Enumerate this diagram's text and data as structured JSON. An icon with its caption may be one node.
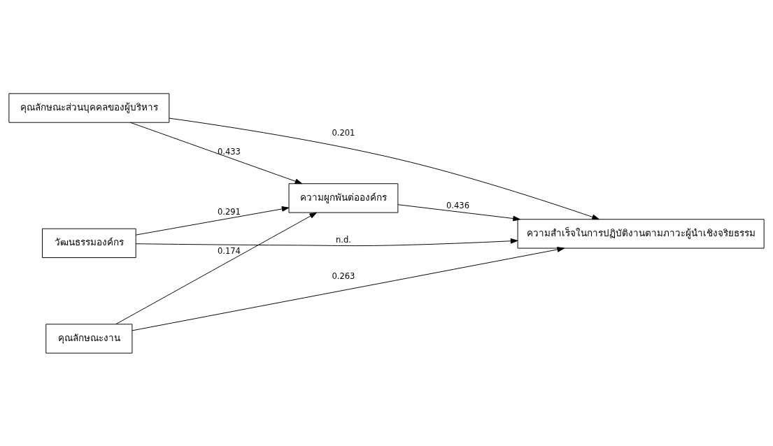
{
  "diagram": {
    "nodes": [
      {
        "text": [
          "คุณลักษณะส่วนบุคคลของผู้บริหาร"
        ]
      },
      {
        "text": [
          "วัฒนธรรมองค์กร"
        ]
      },
      {
        "text": [
          "คุณลักษณะงาน"
        ]
      },
      {
        "text": [
          "ความผูกพันต่อองค์กร"
        ]
      },
      {
        "text": [
          "ความสำเร็จในการปฏิบัติงานตามภาวะผู้นำเชิงจริยธรรม"
        ]
      }
    ],
    "edges": [
      {
        "from": 0,
        "to": 4,
        "arrow": "to",
        "label": "0.201"
      },
      {
        "from": 0,
        "to": 3,
        "arrow": "to",
        "label": "0.433"
      },
      {
        "from": 1,
        "to": 3,
        "arrow": "to",
        "label": "0.291"
      },
      {
        "from": 1,
        "to": 4,
        "arrow": "to",
        "label": "n.d."
      },
      {
        "from": 2,
        "to": 3,
        "arrow": "to",
        "label": "0.174"
      },
      {
        "from": 3,
        "to": 4,
        "arrow": "to",
        "label": "0.436"
      },
      {
        "from": 2,
        "to": 4,
        "arrow": "to",
        "label": "0.263"
      }
    ]
  }
}
